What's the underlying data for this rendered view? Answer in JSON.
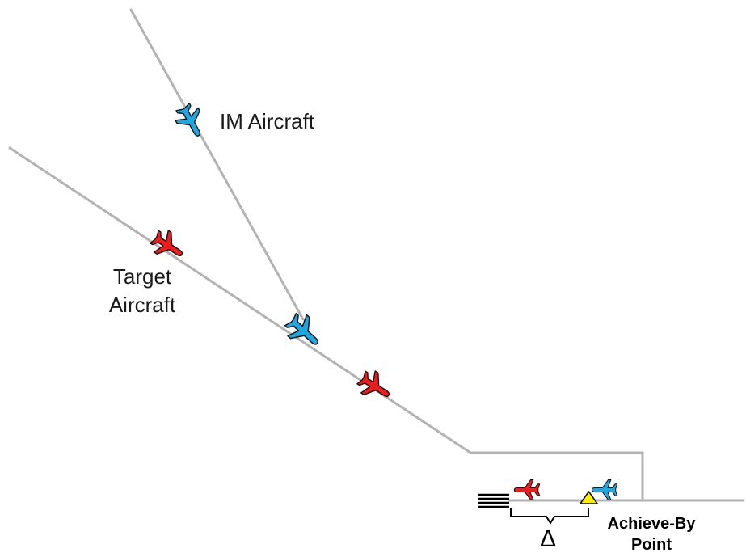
{
  "labels": {
    "im_aircraft": "IM Aircraft",
    "target_line1": "Target",
    "target_line2": "Aircraft",
    "abp_line1": "Achieve-By",
    "abp_line2": "Point",
    "delta": "Δ"
  },
  "colors": {
    "im_aircraft": "#1ea7e1",
    "target_aircraft": "#ee1c1c",
    "route": "#b3b3b3",
    "achieve_by_point": "#ffee00",
    "runway": "#000000"
  },
  "icons": {
    "aircraft": "airplane-icon",
    "achieve_by_point": "triangle-icon",
    "runway": "runway-threshold-icon",
    "spacing": "brace-icon"
  }
}
